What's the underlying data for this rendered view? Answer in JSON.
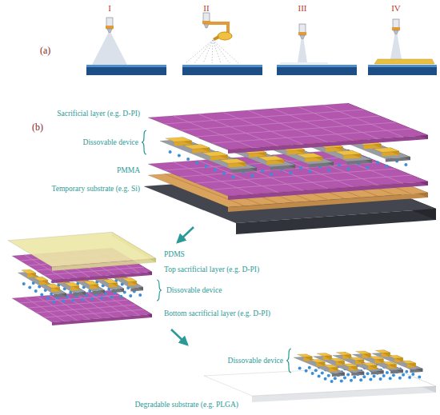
{
  "diagram": {
    "labels": [
      "(a)",
      "I",
      "II",
      "III",
      "IV",
      "(b)",
      "Sacrificial layer (e.g. D-PI)",
      "Dissovable device",
      "PMMA",
      "Temporary substrate (e.g. Si)",
      "PDMS",
      "Top sacrificial layer (e.g. D-PI)",
      "Dissovable device",
      "Bottom sacrificial layer (e.g. D-PI)",
      "Dissovable device",
      "Degradable substrate (e.g. PLGA)"
    ]
  }
}
